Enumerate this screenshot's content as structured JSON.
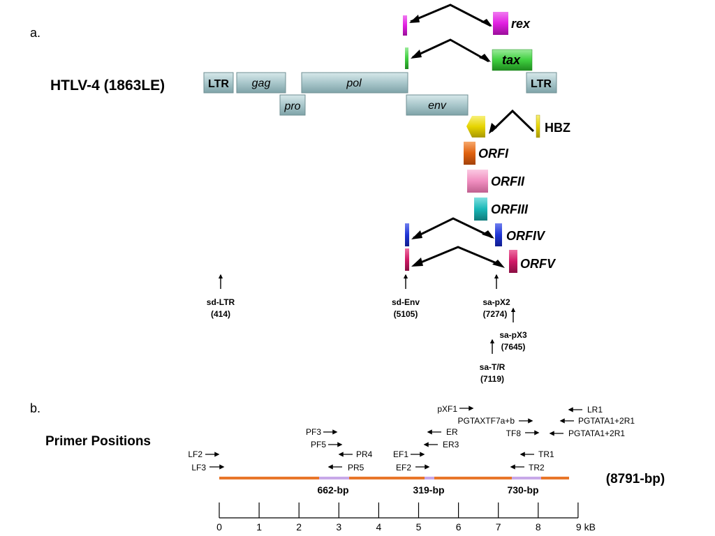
{
  "panels": {
    "a": "a.",
    "b": "b."
  },
  "virus_title": "HTLV-4 (1863LE)",
  "genome": {
    "ltr_left": "LTR",
    "gag": "gag",
    "pol": "pol",
    "pro": "pro",
    "env": "env",
    "ltr_right": "LTR"
  },
  "orfs": {
    "rex": "rex",
    "tax": "tax",
    "hbz": "HBZ",
    "orf1": "ORFI",
    "orf2": "ORFII",
    "orf3": "ORFIII",
    "orf4": "ORFIV",
    "orf5": "ORFV"
  },
  "splice_sites": {
    "sd_ltr": {
      "name": "sd-LTR",
      "pos": "(414)"
    },
    "sd_env": {
      "name": "sd-Env",
      "pos": "(5105)"
    },
    "sa_px2": {
      "name": "sa-pX2",
      "pos": "(7274)"
    },
    "sa_px3": {
      "name": "sa-pX3",
      "pos": "(7645)"
    },
    "sa_tr": {
      "name": "sa-T/R",
      "pos": "(7119)"
    }
  },
  "primer_title": "Primer Positions",
  "genome_length": "(8791-bp)",
  "primers": {
    "lf2": "LF2",
    "lf3": "LF3",
    "pf3": "PF3",
    "pf5": "PF5",
    "pr4": "PR4",
    "pr5": "PR5",
    "pxf1": "pXF1",
    "pgtaxtf7": "PGTAXTF7a+b",
    "er": "ER",
    "er3": "ER3",
    "ef1": "EF1",
    "ef2": "EF2",
    "lr1": "LR1",
    "pgtata_1": "PGTATA1+2R1",
    "tf8": "TF8",
    "pgtata_2": "PGTATA1+2R1",
    "tr1": "TR1",
    "tr2": "TR2"
  },
  "amplicons": {
    "a1": "662-bp",
    "a2": "319-bp",
    "a3": "730-bp"
  },
  "axis": {
    "ticks": [
      "0",
      "1",
      "2",
      "3",
      "4",
      "5",
      "6",
      "7",
      "8",
      "9 kB"
    ]
  },
  "colors": {
    "genome_box": "#b9d3d6",
    "rex": "#e11ee1",
    "tax": "#3fcf3f",
    "hbz": "#e6d400",
    "orf1": "#e0620f",
    "orf2": "#f08ec0",
    "orf3": "#19b7b7",
    "orf4": "#1f35d6",
    "orf5": "#d01a66",
    "genome_line": "#e8762a",
    "amplicon": "#c8a8e8"
  }
}
